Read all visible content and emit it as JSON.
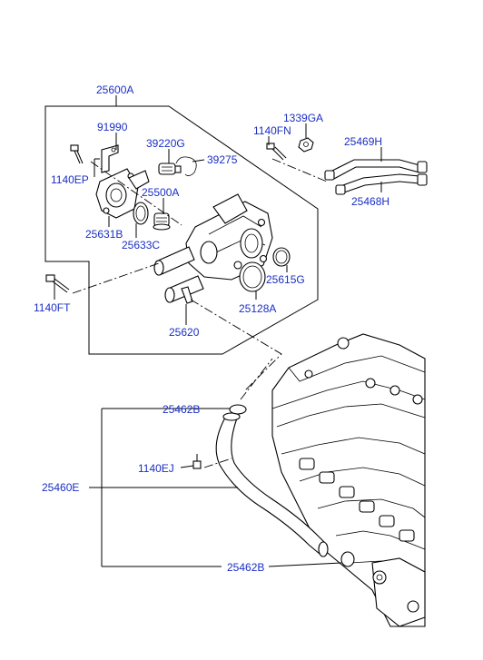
{
  "labels": {
    "p25600A": "25600A",
    "p91990": "91990",
    "p1140EP": "1140EP",
    "p39220G": "39220G",
    "p39275": "39275",
    "p25500A": "25500A",
    "p25631B": "25631B",
    "p25633C": "25633C",
    "p1140FN": "1140FN",
    "p1339GA": "1339GA",
    "p25469H": "25469H",
    "p25468H": "25468H",
    "p25615G": "25615G",
    "p25128A": "25128A",
    "p1140FT": "1140FT",
    "p25620": "25620",
    "p25462B_top": "25462B",
    "p1140EJ": "1140EJ",
    "p25460E": "25460E",
    "p25462B_bottom": "25462B"
  },
  "colors": {
    "label": "#1a2fc4",
    "line": "#000000",
    "background": "#ffffff"
  }
}
